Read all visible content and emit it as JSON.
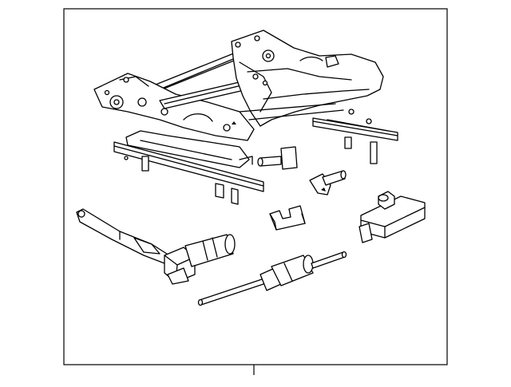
{
  "diagram": {
    "border_color": "#000000",
    "background": "#ffffff",
    "parts": [
      {
        "name": "seat-frame-assembly"
      },
      {
        "name": "left-seat-track"
      },
      {
        "name": "right-seat-track"
      },
      {
        "name": "height-adjust-motor"
      },
      {
        "name": "recliner-motor"
      },
      {
        "name": "track-drive-motor"
      },
      {
        "name": "clip-pin"
      },
      {
        "name": "clip-bracket"
      },
      {
        "name": "u-clip"
      }
    ],
    "callouts": [
      {
        "label": ""
      }
    ]
  }
}
